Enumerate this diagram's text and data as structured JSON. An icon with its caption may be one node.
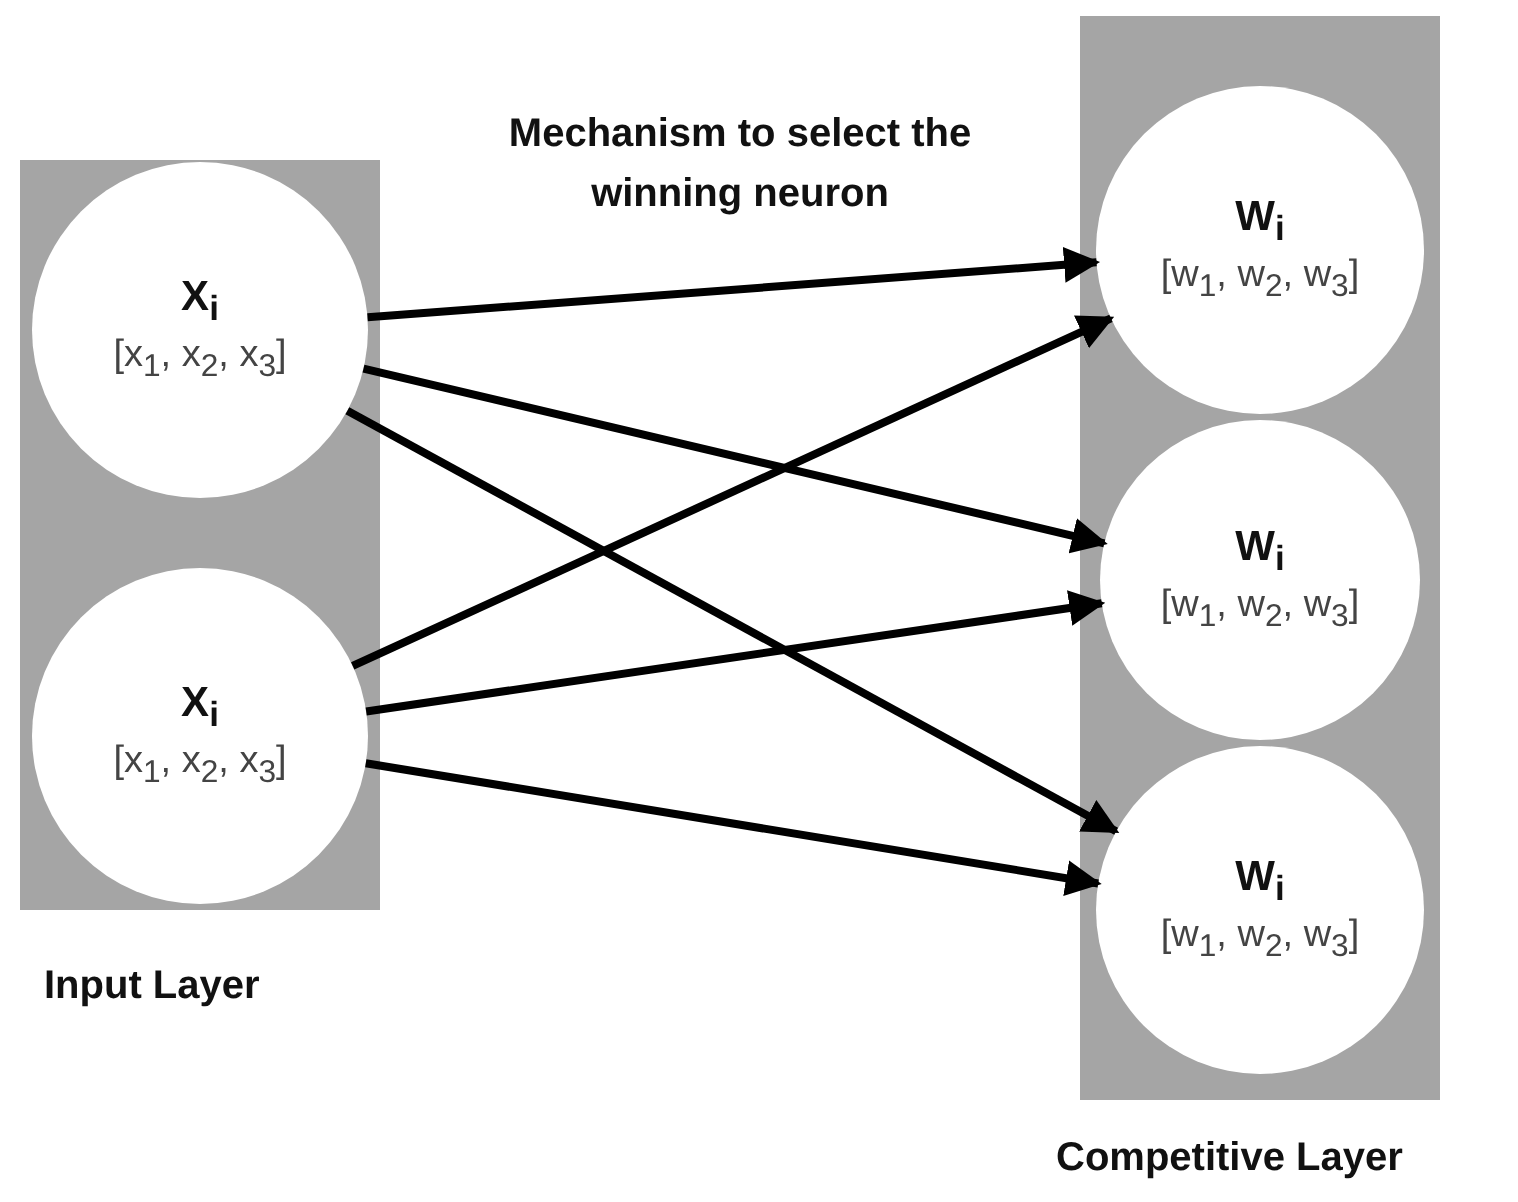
{
  "diagram": {
    "nodes": [
      {
        "text": [
          "Input Layer"
        ]
      },
      {
        "text": [
          "X$_{i}$",
          "[x$_{1}$, x$_{2}$, x$_{3}$]"
        ],
        "in": 0
      },
      {
        "text": [
          "X$_{i}$",
          "[x$_{1}$, x$_{2}$, x$_{3}$]"
        ],
        "in": 0
      },
      {
        "text": [
          "Competitive Layer"
        ]
      },
      {
        "text": [
          "W$_{i}$",
          "[w$_{1}$, w$_{2}$, w$_{3}$]"
        ],
        "in": 3
      },
      {
        "text": [
          "W$_{i}$",
          "[w$_{1}$, w$_{2}$, w$_{3}$]"
        ],
        "in": 3
      },
      {
        "text": [
          "W$_{i}$",
          "[w$_{1}$, w$_{2}$, w$_{3}$]"
        ],
        "in": 3
      }
    ],
    "edges": [
      {
        "from": 1,
        "to": 4,
        "arrow": "to"
      },
      {
        "from": 1,
        "to": 5,
        "arrow": "to"
      },
      {
        "from": 1,
        "to": 6,
        "arrow": "to"
      },
      {
        "from": 2,
        "to": 4,
        "arrow": "to"
      },
      {
        "from": 2,
        "to": 5,
        "arrow": "to"
      },
      {
        "from": 2,
        "to": 6,
        "arrow": "to"
      }
    ],
    "labels": [
      "Mechanism to select the winning neuron"
    ]
  }
}
